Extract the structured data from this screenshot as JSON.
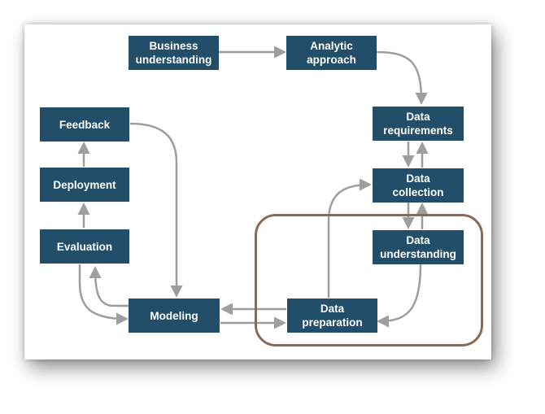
{
  "diagram": {
    "nodes": {
      "business_understanding": {
        "lines": [
          "Business",
          "understanding"
        ]
      },
      "analytic_approach": {
        "lines": [
          "Analytic",
          "approach"
        ]
      },
      "data_requirements": {
        "lines": [
          "Data",
          "requirements"
        ]
      },
      "data_collection": {
        "lines": [
          "Data",
          "collection"
        ]
      },
      "data_understanding": {
        "lines": [
          "Data",
          "understanding"
        ]
      },
      "data_preparation": {
        "lines": [
          "Data",
          "preparation"
        ]
      },
      "modeling": {
        "lines": [
          "Modeling"
        ]
      },
      "evaluation": {
        "lines": [
          "Evaluation"
        ]
      },
      "deployment": {
        "lines": [
          "Deployment"
        ]
      },
      "feedback": {
        "lines": [
          "Feedback"
        ]
      }
    },
    "edges": [
      {
        "from": "business_understanding",
        "to": "analytic_approach"
      },
      {
        "from": "analytic_approach",
        "to": "data_requirements"
      },
      {
        "from": "data_requirements",
        "to": "data_collection"
      },
      {
        "from": "data_collection",
        "to": "data_requirements"
      },
      {
        "from": "data_collection",
        "to": "data_understanding"
      },
      {
        "from": "data_understanding",
        "to": "data_collection"
      },
      {
        "from": "data_understanding",
        "to": "data_preparation"
      },
      {
        "from": "data_preparation",
        "to": "data_collection"
      },
      {
        "from": "data_preparation",
        "to": "modeling"
      },
      {
        "from": "modeling",
        "to": "data_preparation"
      },
      {
        "from": "modeling",
        "to": "evaluation"
      },
      {
        "from": "evaluation",
        "to": "modeling"
      },
      {
        "from": "evaluation",
        "to": "deployment"
      },
      {
        "from": "deployment",
        "to": "feedback"
      },
      {
        "from": "feedback",
        "to": "modeling"
      }
    ],
    "colors": {
      "box": "#234e6a",
      "box_text": "#ffffff",
      "arrow": "#9e9e9e",
      "highlight": "#8b6a54"
    }
  }
}
